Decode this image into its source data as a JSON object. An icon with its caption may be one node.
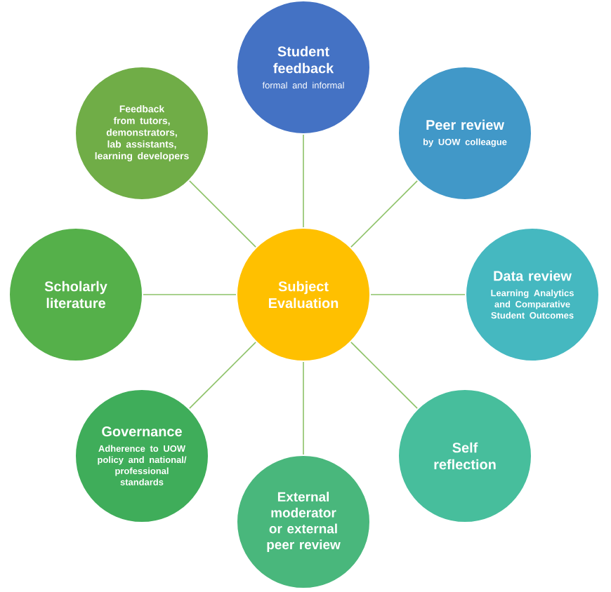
{
  "diagram": {
    "nodes": [
      {
        "text": [
          "Subject Evaluation"
        ]
      },
      {
        "text": [
          "Student feedback",
          "formal and informal"
        ]
      },
      {
        "text": [
          "Peer review",
          "by UOW colleague"
        ]
      },
      {
        "text": [
          "Data review",
          "Learning Analytics and Comparative Student Outcomes"
        ]
      },
      {
        "text": [
          "Self reflection"
        ]
      },
      {
        "text": [
          "External moderator or external peer review"
        ]
      },
      {
        "text": [
          "Governance",
          "Adherence to UOW policy and national/ professional standards"
        ]
      },
      {
        "text": [
          "Scholarly literature"
        ]
      },
      {
        "text": [
          "Feedback from tutors, demonstrators, lab assistants, learning developers"
        ]
      }
    ],
    "edges": [
      {
        "from": 0,
        "to": 1,
        "arrow": "none"
      },
      {
        "from": 0,
        "to": 2,
        "arrow": "none"
      },
      {
        "from": 0,
        "to": 3,
        "arrow": "none"
      },
      {
        "from": 0,
        "to": 4,
        "arrow": "none"
      },
      {
        "from": 0,
        "to": 5,
        "arrow": "none"
      },
      {
        "from": 0,
        "to": 6,
        "arrow": "none"
      },
      {
        "from": 0,
        "to": 7,
        "arrow": "none"
      },
      {
        "from": 0,
        "to": 8,
        "arrow": "none"
      }
    ]
  }
}
